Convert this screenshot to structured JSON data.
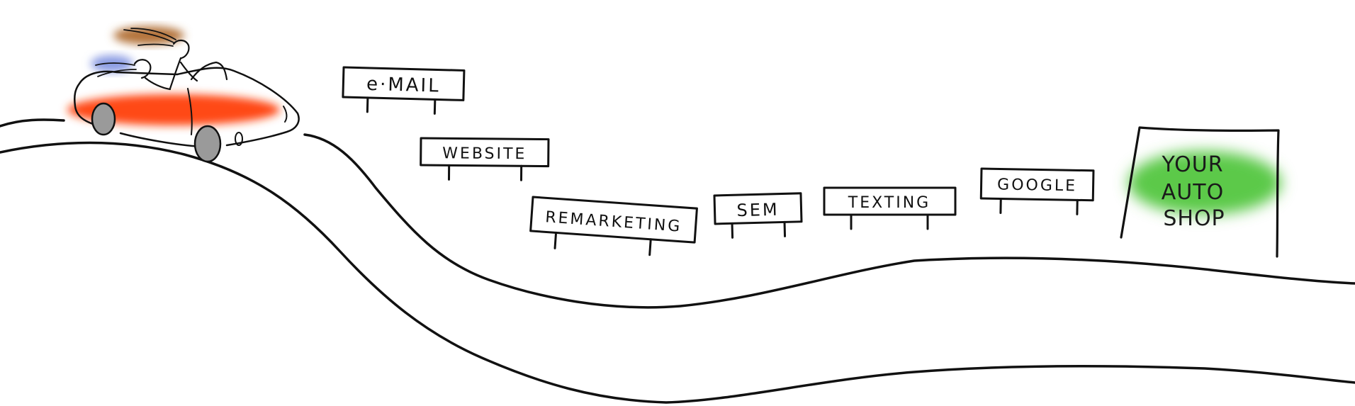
{
  "signs": [
    {
      "label": "e·MAIL"
    },
    {
      "label": "WEBSITE"
    },
    {
      "label": "REMARKETING"
    },
    {
      "label": "SEM"
    },
    {
      "label": "TEXTING"
    },
    {
      "label": "GOOGLE"
    }
  ],
  "destination": {
    "lines": [
      "YOUR",
      "AUTO",
      "SHOP"
    ]
  },
  "colors": {
    "car": "#ff4a12",
    "destination_glow": "#5cc94a",
    "driver_hair": "#b4733a",
    "passenger_scarf": "#8a9be3",
    "wheels": "#9a9a9a",
    "ink": "#111111"
  }
}
